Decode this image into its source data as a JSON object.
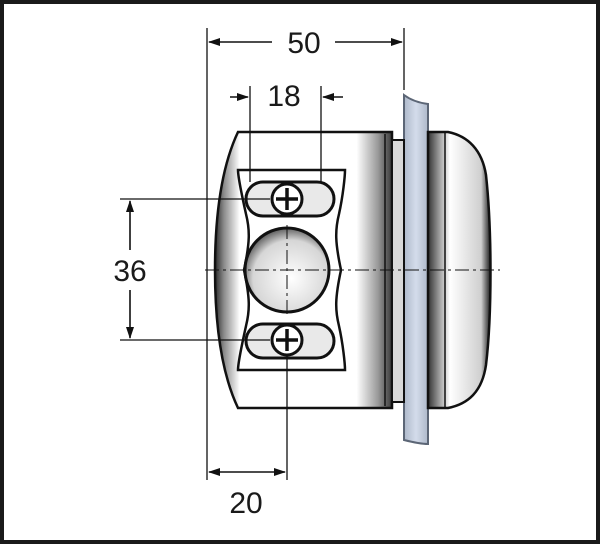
{
  "dimensions": {
    "overall_width": "50",
    "slot_spacing": "18",
    "hole_spacing": "36",
    "edge_offset": "20"
  },
  "colors": {
    "frame": "#1a1a1a",
    "line": "#111111",
    "metal_light": "#ffffff",
    "metal_dark": "#222222",
    "glass": "#ccd6e6",
    "glass_edge": "#8e99ab"
  },
  "icons": [
    "screw-icon"
  ]
}
